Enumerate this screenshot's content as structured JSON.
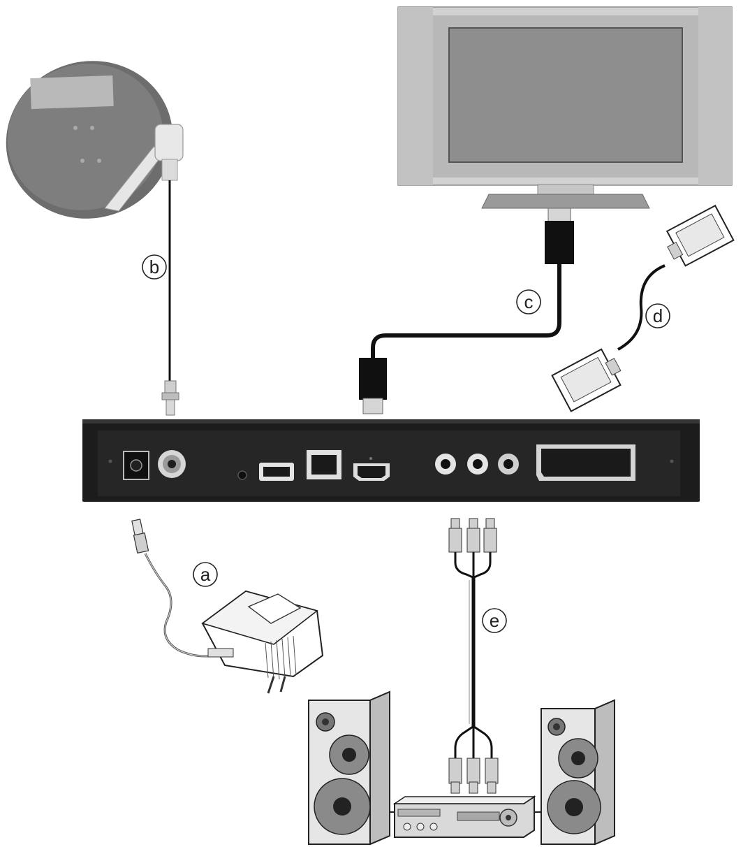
{
  "callouts": {
    "a": "a",
    "b": "b",
    "c": "c",
    "d": "d",
    "e": "e"
  },
  "colors": {
    "receiver_body": "#1c1c1c",
    "panel": "#2a2a2a",
    "tv_frame": "#c9c9c9",
    "screen": "#8e8e8e",
    "dish": "#7d7d7d",
    "cable": "#111111",
    "speaker": "#d8d8d8"
  }
}
